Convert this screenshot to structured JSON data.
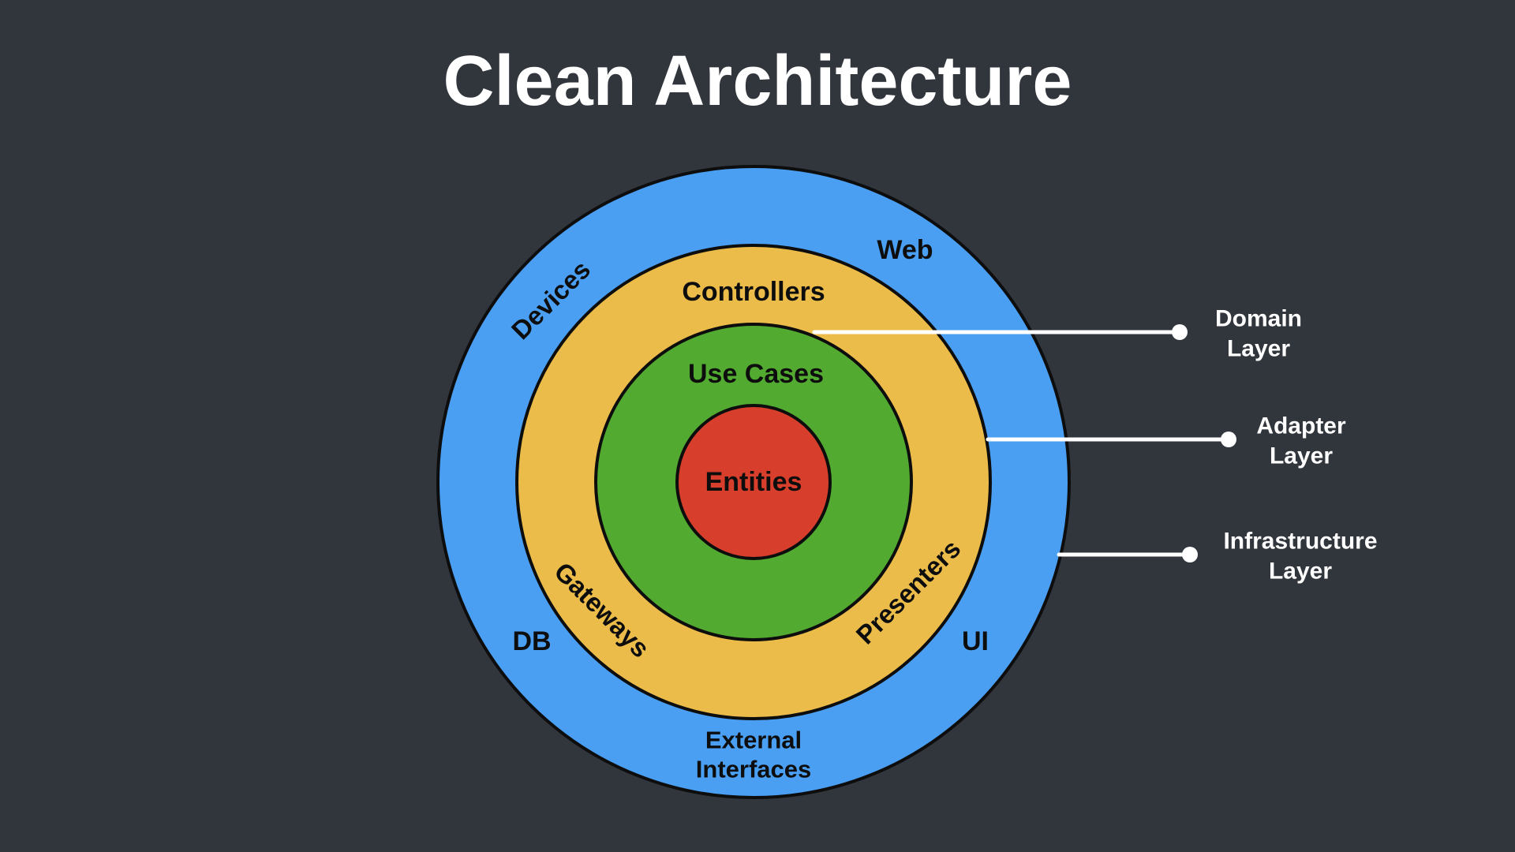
{
  "title": "Clean Architecture",
  "colors": {
    "background": "#31353C",
    "infrastructure_ring": "#4A9FF2",
    "adapter_ring": "#EBBC49",
    "domain_ring": "#52AA30",
    "core_circle": "#D73E2B",
    "ring_stroke": "#0D0D0D",
    "dark_text": "#0D0D0D",
    "light_text": "#FFFFFF"
  },
  "rings": {
    "entities": "Entities",
    "use_cases": "Use Cases",
    "controllers": "Controllers",
    "gateways": "Gateways",
    "presenters": "Presenters",
    "devices": "Devices",
    "web": "Web",
    "db": "DB",
    "ui": "UI",
    "external_line1": "External",
    "external_line2": "Interfaces"
  },
  "annotations": {
    "domain": {
      "line1": "Domain",
      "line2": "Layer"
    },
    "adapter": {
      "line1": "Adapter",
      "line2": "Layer"
    },
    "infrastructure": {
      "line1": "Infrastructure",
      "line2": "Layer"
    }
  }
}
